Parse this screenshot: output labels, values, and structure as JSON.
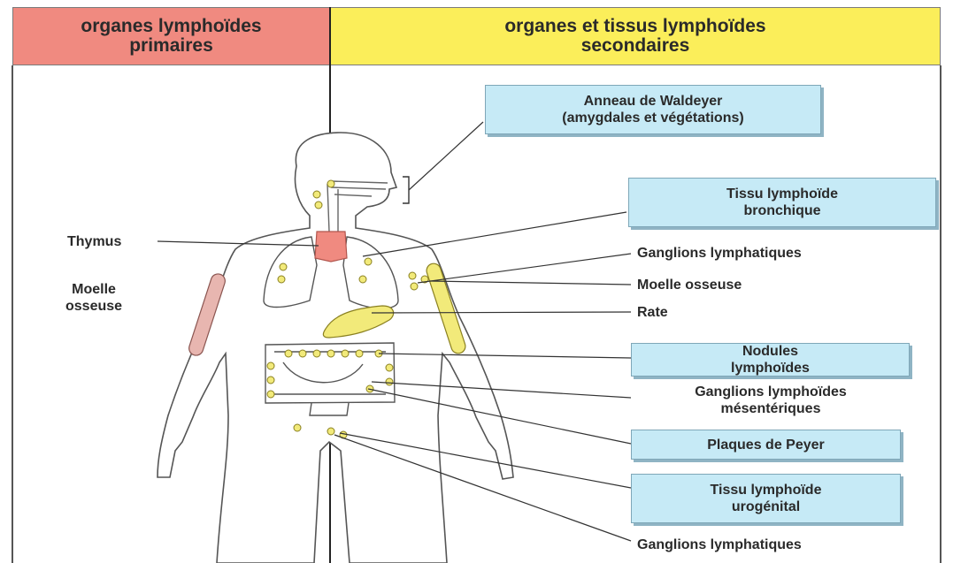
{
  "header": {
    "primary_line1": "organes lymphoïdes",
    "primary_line2": "primaires",
    "secondary_line1": "organes et tissus lymphoïdes",
    "secondary_line2": "secondaires"
  },
  "labels_primary": {
    "thymus": "Thymus",
    "moelle_line1": "Moelle",
    "moelle_line2": "osseuse"
  },
  "labels_secondary": {
    "waldeyer_line1": "Anneau de Waldeyer",
    "waldeyer_line2": "(amygdales et végétations)",
    "bronchique_line1": "Tissu lymphoïde",
    "bronchique_line2": "bronchique",
    "ganglions": "Ganglions lymphatiques",
    "moelle": "Moelle osseuse",
    "rate": "Rate",
    "nodules_line1": "Nodules",
    "nodules_line2": "lymphoïdes",
    "mesenteriques_line1": "Ganglions lymphoïdes",
    "mesenteriques_line2": "mésentériques",
    "peyer": "Plaques de Peyer",
    "urogenital_line1": "Tissu lymphoïde",
    "urogenital_line2": "urogénital",
    "ganglions_bottom": "Ganglions lymphatiques"
  },
  "colors": {
    "primary_header": "#f08a80",
    "secondary_header": "#fbee5a",
    "box_fill": "#c6eaf6",
    "lymph_tissue": "#f2ea7a",
    "thymus": "#f08a80"
  }
}
